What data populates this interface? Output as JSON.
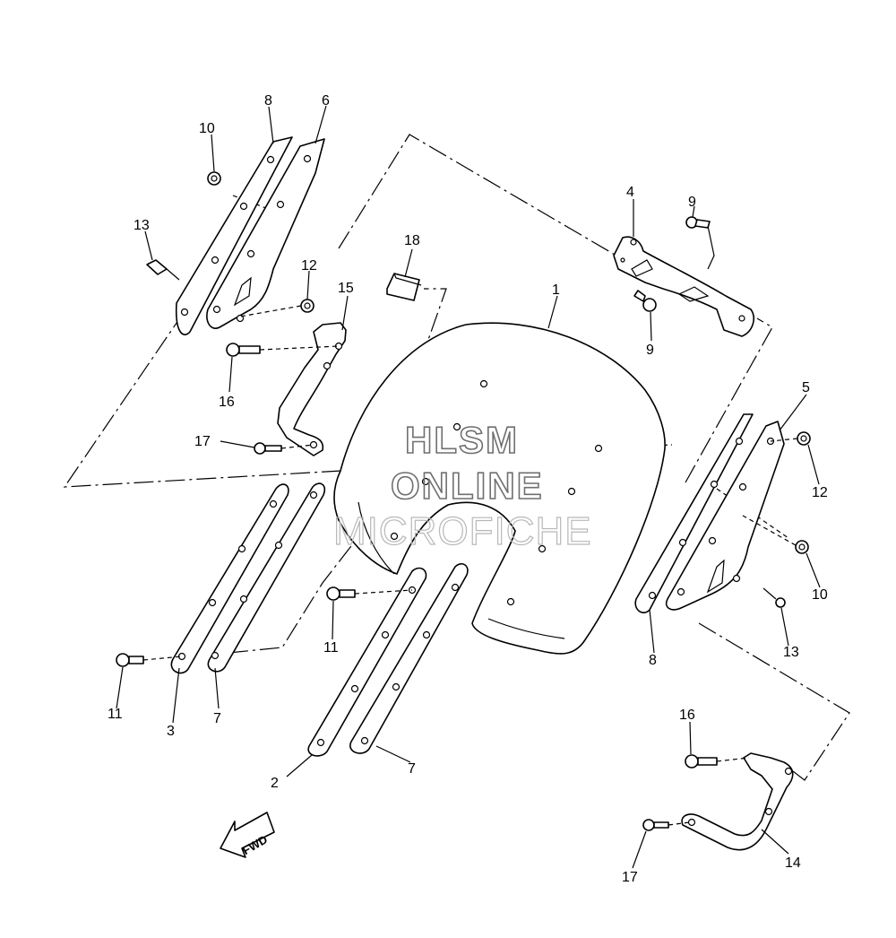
{
  "diagram": {
    "watermark": {
      "line1": "HLSM",
      "line2": "ONLINE",
      "line3": "MICROFICHE"
    },
    "direction_label": "FWD",
    "callouts": [
      "1",
      "2",
      "3",
      "4",
      "5",
      "6",
      "7",
      "7",
      "7",
      "8",
      "8",
      "9",
      "9",
      "10",
      "10",
      "11",
      "11",
      "12",
      "12",
      "13",
      "13",
      "14",
      "15",
      "16",
      "16",
      "17",
      "17",
      "18"
    ]
  }
}
